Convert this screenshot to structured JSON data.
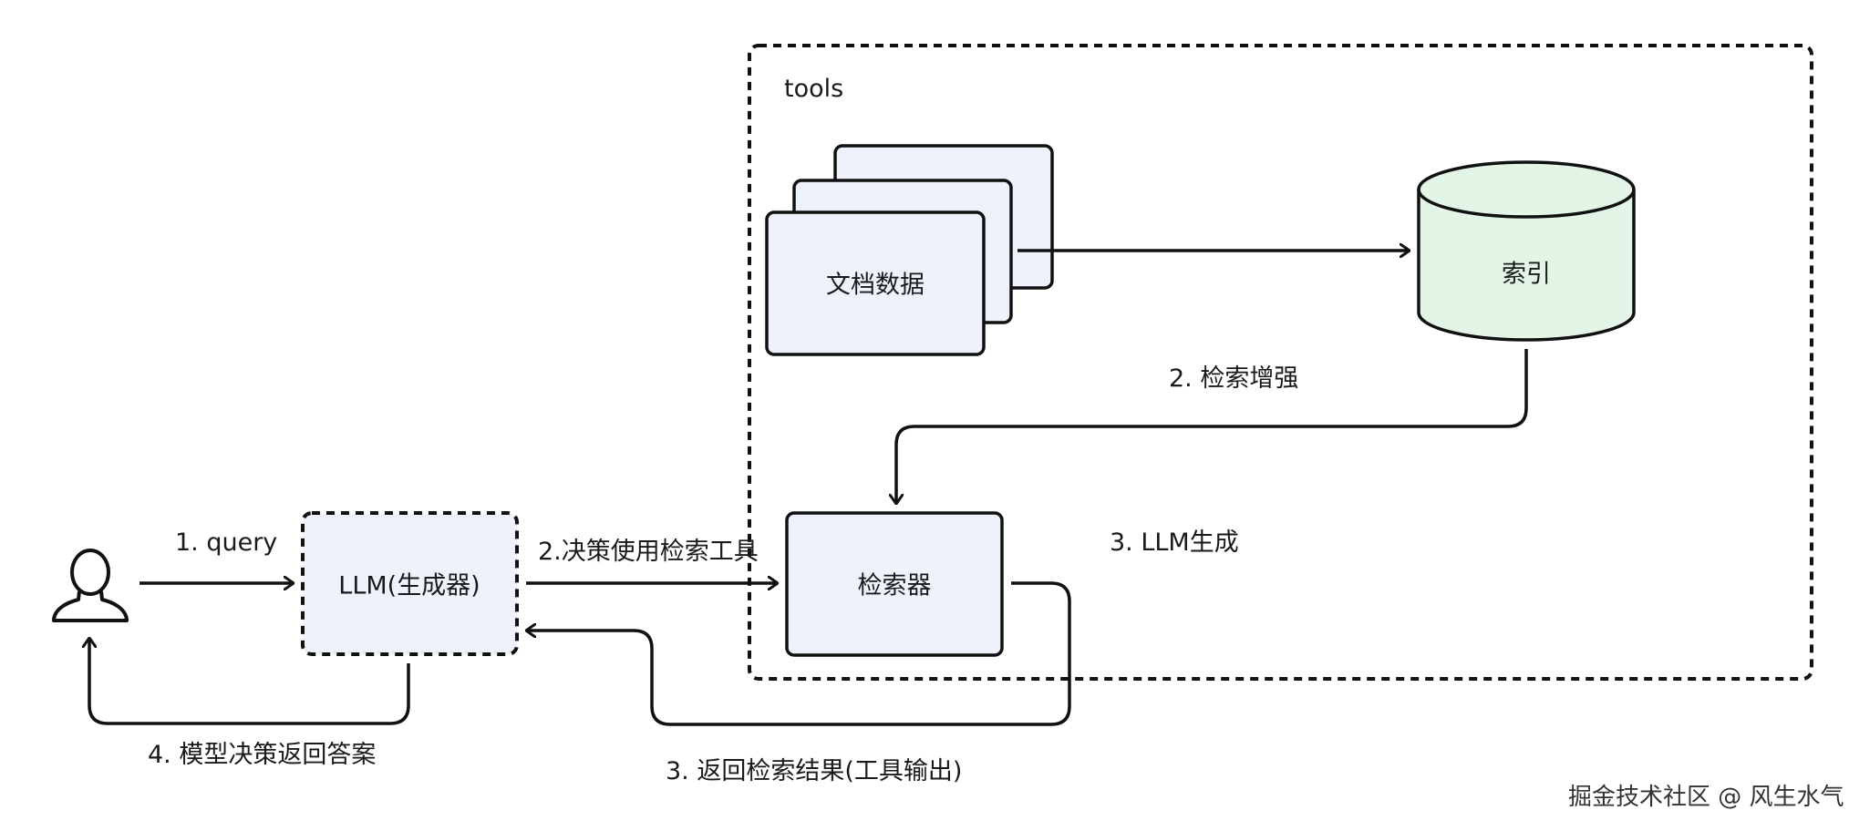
{
  "group": {
    "label": "tools"
  },
  "nodes": {
    "documents": "文档数据",
    "index": "索引",
    "llm": "LLM(生成器)",
    "retriever": "检索器"
  },
  "edges": {
    "query": "1. query",
    "decide_tool": "2.决策使用检索工具",
    "retrieval_augment": "2. 检索增强",
    "llm_generate": "3. LLM生成",
    "return_results": "3. 返回检索结果(工具输出)",
    "return_answer": "4. 模型决策返回答案"
  },
  "watermark": "掘金技术社区 @ 风生水气",
  "colors": {
    "stroke": "#111111",
    "node_fill": "#eef2fb",
    "index_fill": "#e3f5e6"
  }
}
